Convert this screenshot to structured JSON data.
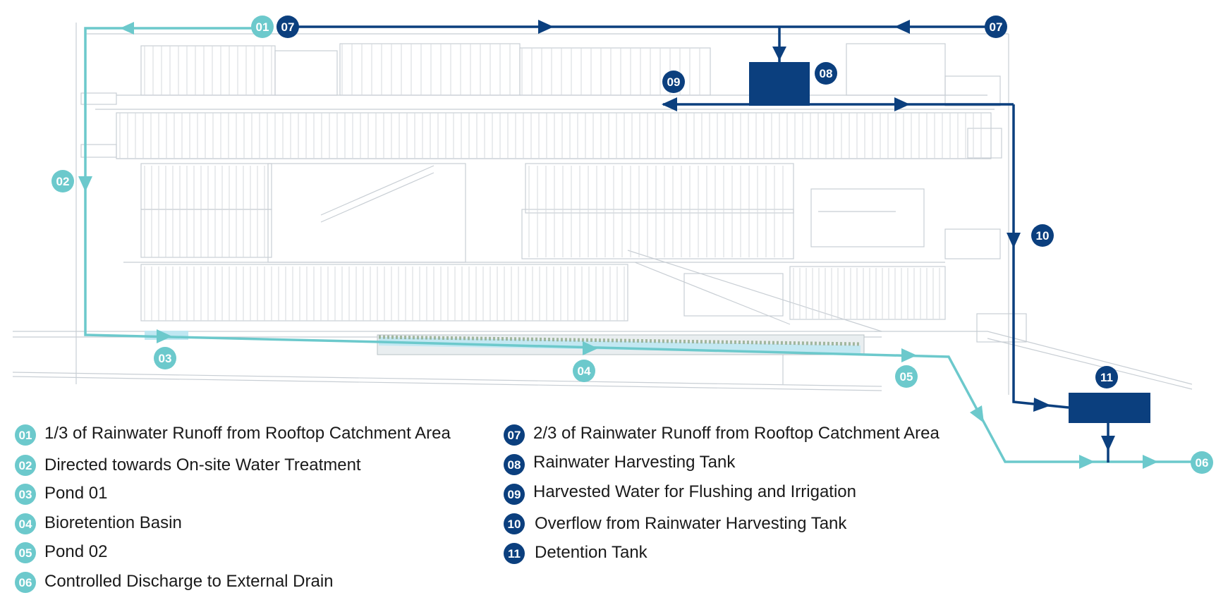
{
  "colors": {
    "primary_flow": "#6cc9cc",
    "secondary_flow": "#0b3f7e",
    "building_lines": "#c8ced4",
    "planting": "#8fa88a",
    "water_fill": "#bfe7f2"
  },
  "icons": {
    "primary_marker": "circle-number-badge-light",
    "secondary_marker": "circle-number-badge-dark",
    "flow_arrow": "triangle-arrow"
  },
  "badges": {
    "b01": "01",
    "b02": "02",
    "b03": "03",
    "b04": "04",
    "b05": "05",
    "b06": "06",
    "b07": "07",
    "b08": "08",
    "b09": "09",
    "b10": "10",
    "b11": "11"
  },
  "legend": {
    "left": [
      {
        "num": "01",
        "text": "1/3 of Rainwater Runoff from Rooftop Catchment Area"
      },
      {
        "num": "02",
        "text": "Directed towards On-site Water Treatment"
      },
      {
        "num": "03",
        "text": "Pond 01"
      },
      {
        "num": "04",
        "text": "Bioretention Basin"
      },
      {
        "num": "05",
        "text": "Pond 02"
      },
      {
        "num": "06",
        "text": "Controlled Discharge to External Drain"
      }
    ],
    "right": [
      {
        "num": "07",
        "text": "2/3 of Rainwater Runoff from Rooftop Catchment Area"
      },
      {
        "num": "08",
        "text": "Rainwater Harvesting Tank"
      },
      {
        "num": "09",
        "text": "Harvested Water for Flushing and Irrigation"
      },
      {
        "num": "10",
        "text": "Overflow from Rainwater Harvesting Tank"
      },
      {
        "num": "11",
        "text": "Detention  Tank"
      }
    ]
  }
}
